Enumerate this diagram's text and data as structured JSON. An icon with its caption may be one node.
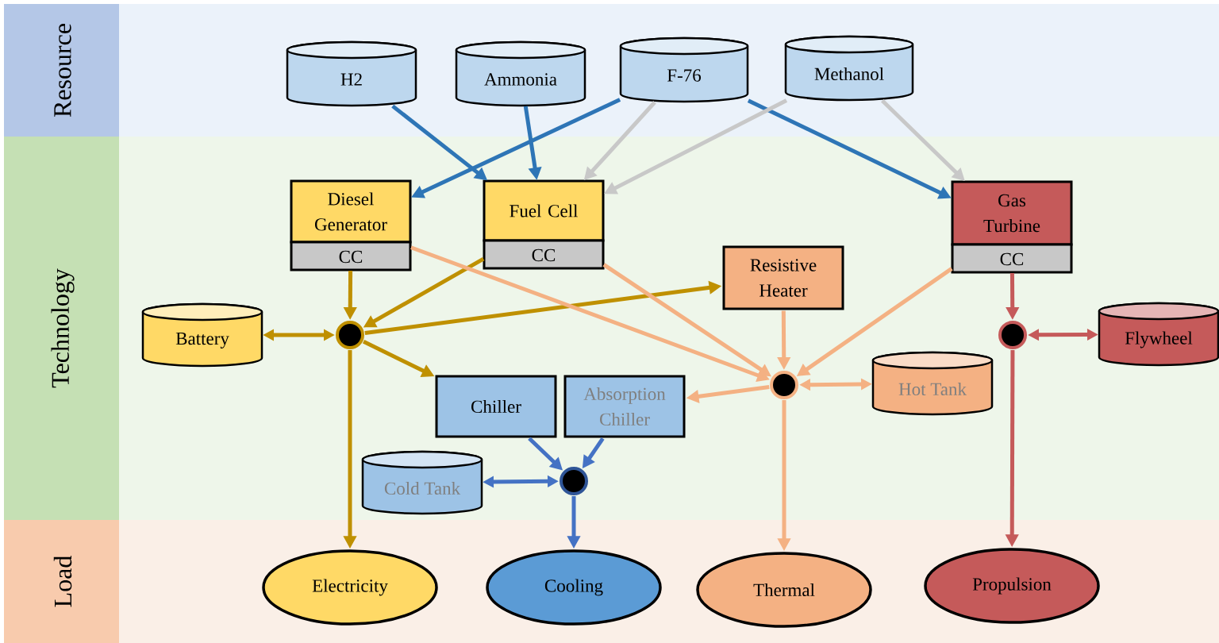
{
  "diagram": {
    "nodes": [
      {
        "text": [
          "Resource"
        ]
      },
      {
        "text": [
          "H2"
        ],
        "in": 0
      },
      {
        "text": [
          "Ammonia"
        ],
        "in": 0
      },
      {
        "text": [
          "F-76"
        ],
        "in": 0
      },
      {
        "text": [
          "Methanol"
        ],
        "in": 0
      },
      {
        "text": [
          "Technology"
        ]
      },
      {
        "text": [
          "Diesel Generator",
          "CC"
        ],
        "in": 5
      },
      {
        "text": [
          "Fuel Cell",
          "CC"
        ],
        "in": 5
      },
      {
        "text": [
          "Gas Turbine",
          "CC"
        ],
        "in": 5
      },
      {
        "text": [
          "Resistive Heater"
        ],
        "in": 5
      },
      {
        "text": [
          "Battery"
        ],
        "in": 5
      },
      {
        "text": [],
        "shape": "circle",
        "in": 5
      },
      {
        "text": [
          "Chiller"
        ],
        "in": 5
      },
      {
        "text": [
          "Absorption Chiller"
        ],
        "in": 5
      },
      {
        "text": [],
        "shape": "circle",
        "in": 5
      },
      {
        "text": [
          "Hot Tank"
        ],
        "in": 5
      },
      {
        "text": [],
        "shape": "circle",
        "in": 5
      },
      {
        "text": [
          "Flywheel"
        ],
        "in": 5
      },
      {
        "text": [
          "Cold Tank"
        ],
        "in": 5
      },
      {
        "text": [],
        "shape": "circle",
        "in": 5
      },
      {
        "text": [
          "Load"
        ]
      },
      {
        "text": [
          "Electricity"
        ],
        "in": 20
      },
      {
        "text": [
          "Cooling"
        ],
        "in": 20
      },
      {
        "text": [
          "Thermal"
        ],
        "in": 20
      },
      {
        "text": [
          "Propulsion"
        ],
        "in": 20
      }
    ],
    "edges": [
      {
        "from": 1,
        "to": 7,
        "arrow": "to",
        "color": "#2e75b6"
      },
      {
        "from": 2,
        "to": 7,
        "arrow": "to",
        "color": "#2e75b6"
      },
      {
        "from": 3,
        "to": 6,
        "arrow": "to",
        "color": "#2e75b6"
      },
      {
        "from": 3,
        "to": 7,
        "arrow": "to",
        "color": "#c8c8c8"
      },
      {
        "from": 3,
        "to": 8,
        "arrow": "to",
        "color": "#2e75b6"
      },
      {
        "from": 4,
        "to": 7,
        "arrow": "to",
        "color": "#c8c8c8"
      },
      {
        "from": 4,
        "to": 8,
        "arrow": "to",
        "color": "#c8c8c8"
      },
      {
        "from": 6,
        "to": 11,
        "arrow": "to",
        "color": "#bf9000"
      },
      {
        "from": 7,
        "to": 11,
        "arrow": "to",
        "color": "#bf9000"
      },
      {
        "from": 11,
        "to": 9,
        "arrow": "to",
        "color": "#bf9000"
      },
      {
        "from": 10,
        "to": 11,
        "arrow": "both",
        "color": "#bf9000"
      },
      {
        "from": 11,
        "to": 12,
        "arrow": "to",
        "color": "#bf9000"
      },
      {
        "from": 11,
        "to": 21,
        "arrow": "to",
        "color": "#bf9000"
      },
      {
        "from": 6,
        "to": 14,
        "arrow": "to",
        "color": "#f4b183"
      },
      {
        "from": 7,
        "to": 14,
        "arrow": "to",
        "color": "#f4b183"
      },
      {
        "from": 9,
        "to": 14,
        "arrow": "to",
        "color": "#f4b183"
      },
      {
        "from": 8,
        "to": 14,
        "arrow": "to",
        "color": "#f4b183"
      },
      {
        "from": 14,
        "to": 13,
        "arrow": "to",
        "color": "#f4b183"
      },
      {
        "from": 14,
        "to": 15,
        "arrow": "both",
        "color": "#f4b183"
      },
      {
        "from": 14,
        "to": 23,
        "arrow": "to",
        "color": "#f4b183"
      },
      {
        "from": 8,
        "to": 16,
        "arrow": "to",
        "color": "#c55a5a"
      },
      {
        "from": 16,
        "to": 17,
        "arrow": "both",
        "color": "#c55a5a"
      },
      {
        "from": 16,
        "to": 24,
        "arrow": "to",
        "color": "#c55a5a"
      },
      {
        "from": 12,
        "to": 19,
        "arrow": "to",
        "color": "#4472c4"
      },
      {
        "from": 13,
        "to": 19,
        "arrow": "to",
        "color": "#4472c4"
      },
      {
        "from": 18,
        "to": 19,
        "arrow": "both",
        "color": "#4472c4"
      },
      {
        "from": 19,
        "to": 22,
        "arrow": "to",
        "color": "#4472c4"
      }
    ]
  }
}
